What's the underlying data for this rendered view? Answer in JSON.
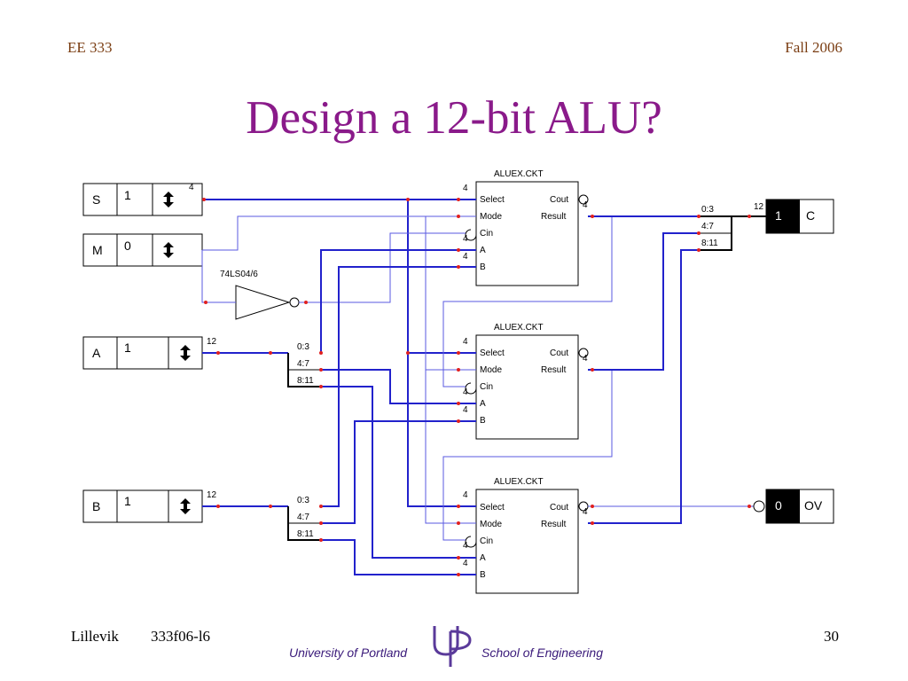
{
  "header": {
    "course": "EE 333",
    "term": "Fall 2006"
  },
  "title": "Design a 12-bit ALU?",
  "footer": {
    "author": "Lillevik",
    "file": "333f06-l6",
    "page": "30",
    "logo_left": "University of Portland",
    "logo_right": "School of Engineering"
  },
  "circuit": {
    "inputs": [
      {
        "label": "S",
        "value": "1",
        "width": "4"
      },
      {
        "label": "M",
        "value": "0"
      },
      {
        "label": "A",
        "value": "1",
        "width": "12"
      },
      {
        "label": "B",
        "value": "1",
        "width": "12"
      }
    ],
    "inverter": "74LS04/6",
    "alu": {
      "name": "ALUEX.CKT",
      "ports_left": [
        "Select",
        "Mode",
        "Cin",
        "A",
        "B"
      ],
      "ports_right": [
        "Cout",
        "Result"
      ],
      "bus_width": "4"
    },
    "splits": [
      "0:3",
      "4:7",
      "8:11"
    ],
    "outputs": [
      {
        "label": "C",
        "value": "1",
        "width": "12"
      },
      {
        "label": "OV",
        "value": "0"
      }
    ],
    "colors": {
      "wire": "#2222cc",
      "thin_wire": "#5a5ae0",
      "title": "#8a1a8a",
      "logo": "#3a1a7a"
    }
  }
}
